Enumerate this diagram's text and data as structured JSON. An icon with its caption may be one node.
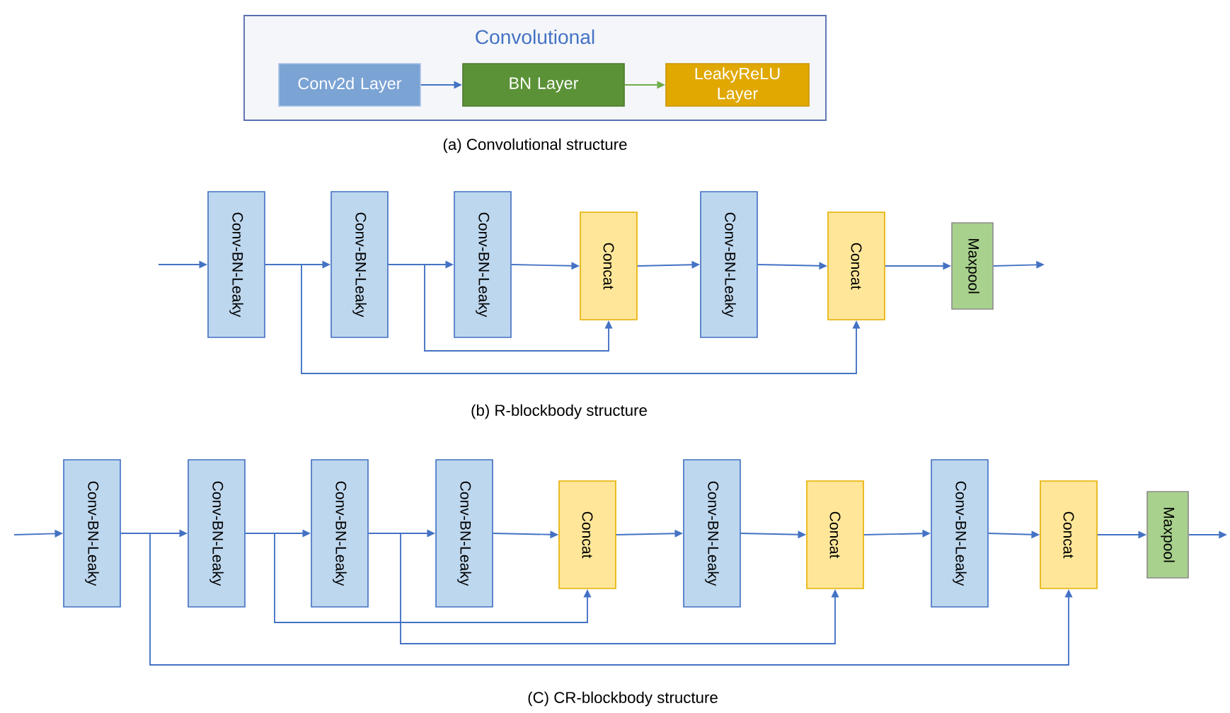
{
  "diagram": {
    "nodes": [
      {
        "text": [
          "Convolutional"
        ]
      },
      {
        "text": [
          "Conv2d Layer"
        ],
        "in": 0
      },
      {
        "text": [
          "BN Layer"
        ],
        "in": 0
      },
      {
        "text": [
          "LeakyReLU Layer"
        ],
        "in": 0
      },
      {
        "text": [
          "Conv-BN-Leaky"
        ]
      },
      {
        "text": [
          "Conv-BN-Leaky"
        ]
      },
      {
        "text": [
          "Conv-BN-Leaky"
        ]
      },
      {
        "text": [
          "Concat"
        ]
      },
      {
        "text": [
          "Conv-BN-Leaky"
        ]
      },
      {
        "text": [
          "Concat"
        ]
      },
      {
        "text": [
          "Maxpool"
        ]
      },
      {
        "text": [
          "Conv-BN-Leaky"
        ]
      },
      {
        "text": [
          "Conv-BN-Leaky"
        ]
      },
      {
        "text": [
          "Conv-BN-Leaky"
        ]
      },
      {
        "text": [
          "Conv-BN-Leaky"
        ]
      },
      {
        "text": [
          "Concat"
        ]
      },
      {
        "text": [
          "Conv-BN-Leaky"
        ]
      },
      {
        "text": [
          "Concat"
        ]
      },
      {
        "text": [
          "Conv-BN-Leaky"
        ]
      },
      {
        "text": [
          "Concat"
        ]
      },
      {
        "text": [
          "Maxpool"
        ]
      }
    ],
    "edges": [
      {
        "from": 1,
        "to": 2,
        "arrow": "to"
      },
      {
        "from": 2,
        "to": 3,
        "arrow": "to",
        "color": "#70ad47"
      },
      {
        "from": null,
        "to": 4,
        "arrow": "to"
      },
      {
        "from": 4,
        "to": 5,
        "arrow": "to"
      },
      {
        "from": 5,
        "to": 6,
        "arrow": "to"
      },
      {
        "from": 6,
        "to": 7,
        "arrow": "to"
      },
      {
        "from": 7,
        "to": 8,
        "arrow": "to"
      },
      {
        "from": 8,
        "to": 9,
        "arrow": "to"
      },
      {
        "from": 9,
        "to": 10,
        "arrow": "to"
      },
      {
        "from": 10,
        "to": null,
        "arrow": "to"
      },
      {
        "from": 4,
        "to": 9,
        "arrow": "to"
      },
      {
        "from": 5,
        "to": 7,
        "arrow": "to"
      },
      {
        "from": null,
        "to": 11,
        "arrow": "to"
      },
      {
        "from": 11,
        "to": 12,
        "arrow": "to"
      },
      {
        "from": 12,
        "to": 13,
        "arrow": "to"
      },
      {
        "from": 13,
        "to": 14,
        "arrow": "to"
      },
      {
        "from": 14,
        "to": 15,
        "arrow": "to"
      },
      {
        "from": 15,
        "to": 16,
        "arrow": "to"
      },
      {
        "from": 16,
        "to": 17,
        "arrow": "to"
      },
      {
        "from": 17,
        "to": 18,
        "arrow": "to"
      },
      {
        "from": 18,
        "to": 19,
        "arrow": "to"
      },
      {
        "from": 19,
        "to": 20,
        "arrow": "to"
      },
      {
        "from": 20,
        "to": null,
        "arrow": "to"
      },
      {
        "from": 11,
        "to": 19,
        "arrow": "to"
      },
      {
        "from": 12,
        "to": 15,
        "arrow": "to"
      },
      {
        "from": 13,
        "to": 17,
        "arrow": "to"
      }
    ],
    "labels": [
      "(a) Convolutional structure",
      "(b) R-blockbody structure",
      "(C) CR-blockbody structure"
    ]
  }
}
